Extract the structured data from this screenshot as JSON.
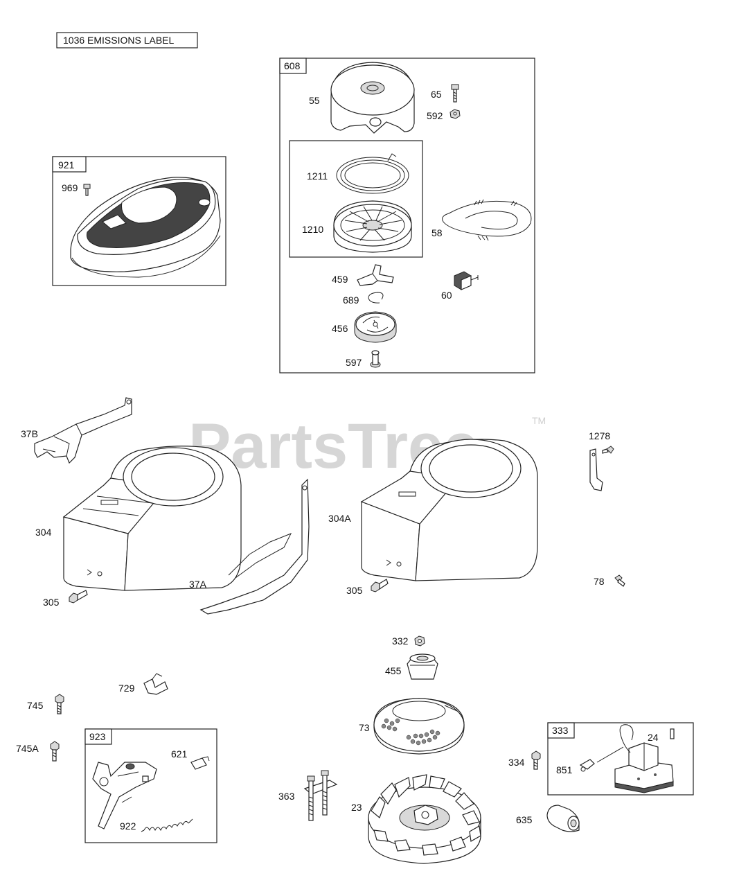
{
  "watermark": {
    "text": "PartsTree",
    "trademark": "TM"
  },
  "emissions_label": "1036 EMISSIONS LABEL",
  "boxes": {
    "b608": "608",
    "b921": "921",
    "b923": "923",
    "b333": "333"
  },
  "parts": {
    "p55": "55",
    "p65": "65",
    "p592": "592",
    "p1211": "1211",
    "p1210": "1210",
    "p58": "58",
    "p459": "459",
    "p689": "689",
    "p60": "60",
    "p456": "456",
    "p597": "597",
    "p969": "969",
    "p37B": "37B",
    "p304": "304",
    "p305a": "305",
    "p37A": "37A",
    "p304A": "304A",
    "p305b": "305",
    "p1278": "1278",
    "p78": "78",
    "p332": "332",
    "p455": "455",
    "p73": "73",
    "p23": "23",
    "p363": "363",
    "p729": "729",
    "p745": "745",
    "p745A": "745A",
    "p621": "621",
    "p922": "922",
    "p334": "334",
    "p851": "851",
    "p24": "24",
    "p635": "635"
  }
}
